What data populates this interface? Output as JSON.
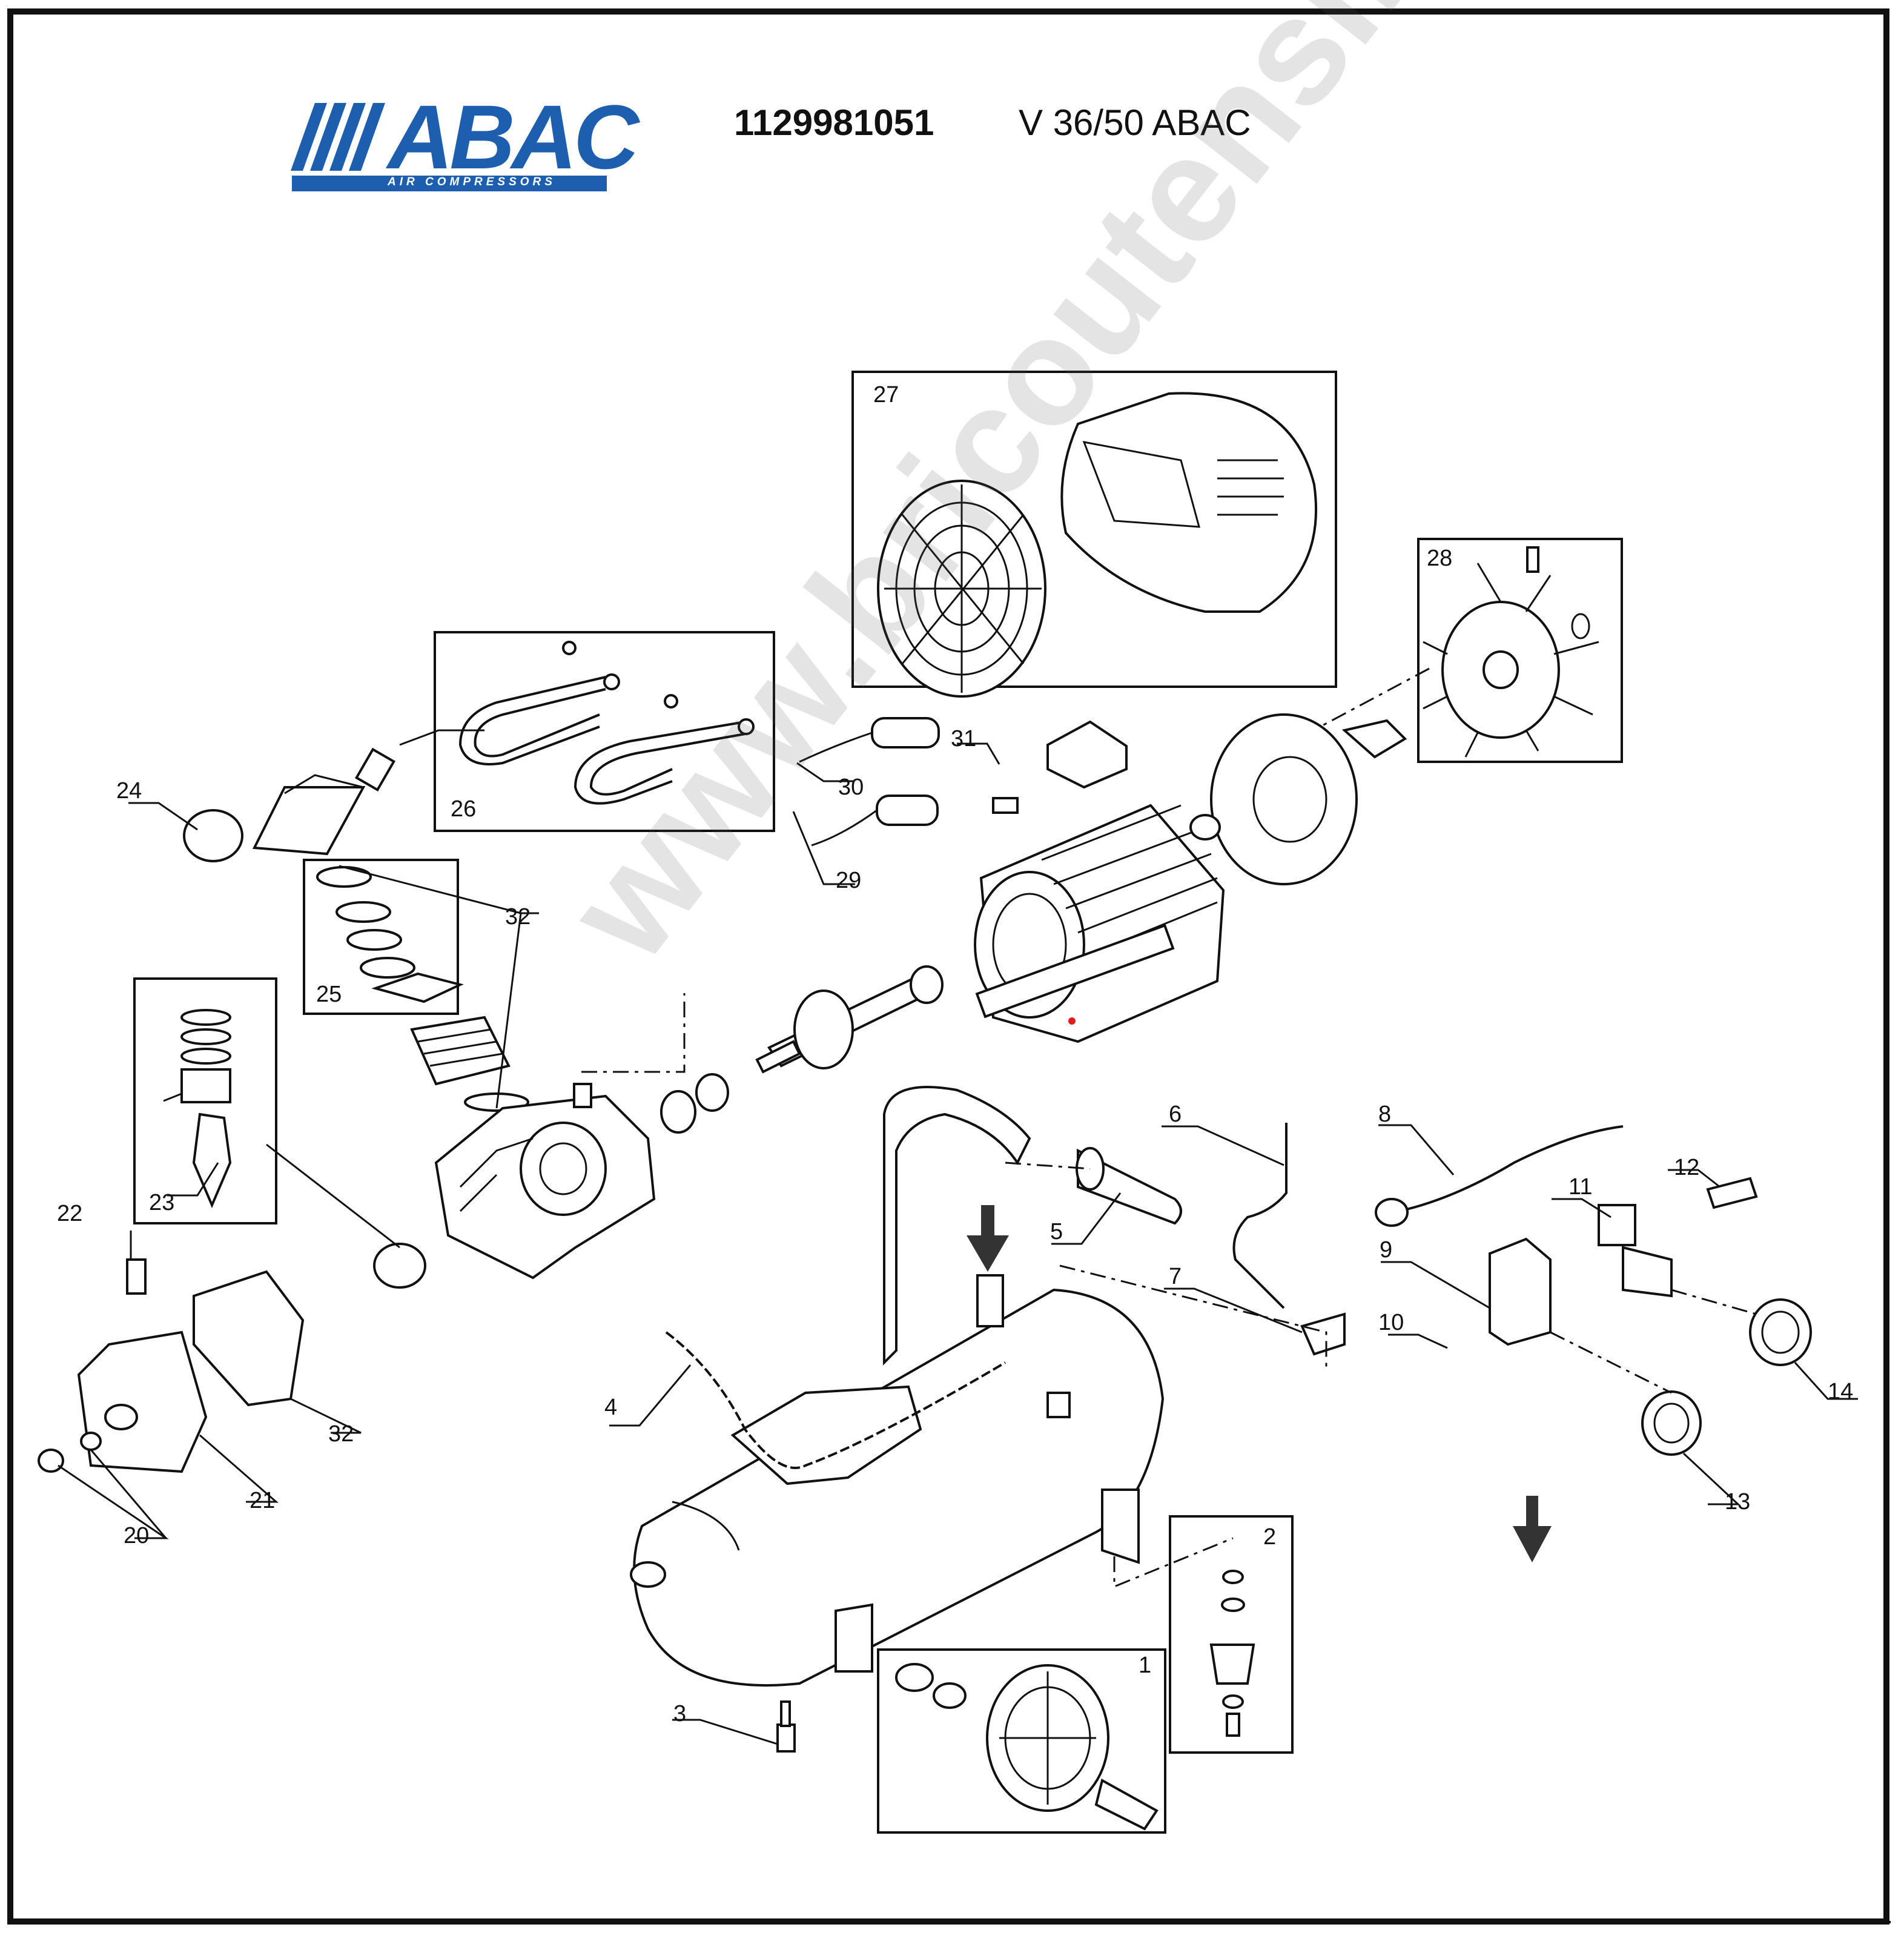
{
  "header": {
    "brand": "ABAC",
    "brand_tagline": "AIR COMPRESSORS",
    "part_number": "1129981051",
    "model": "V 36/50 ABAC"
  },
  "watermark": "www.bricoutensili.com",
  "callouts": [
    "1",
    "2",
    "3",
    "4",
    "5",
    "6",
    "7",
    "8",
    "9",
    "10",
    "11",
    "12",
    "13",
    "14",
    "20",
    "21",
    "22",
    "23",
    "24",
    "25",
    "26",
    "27",
    "28",
    "29",
    "30",
    "31",
    "32",
    "32"
  ],
  "colors": {
    "brand_blue": "#1d5fae",
    "line": "#111111",
    "watermark": "#8a8a8a",
    "marker_red": "#e11d1d"
  }
}
